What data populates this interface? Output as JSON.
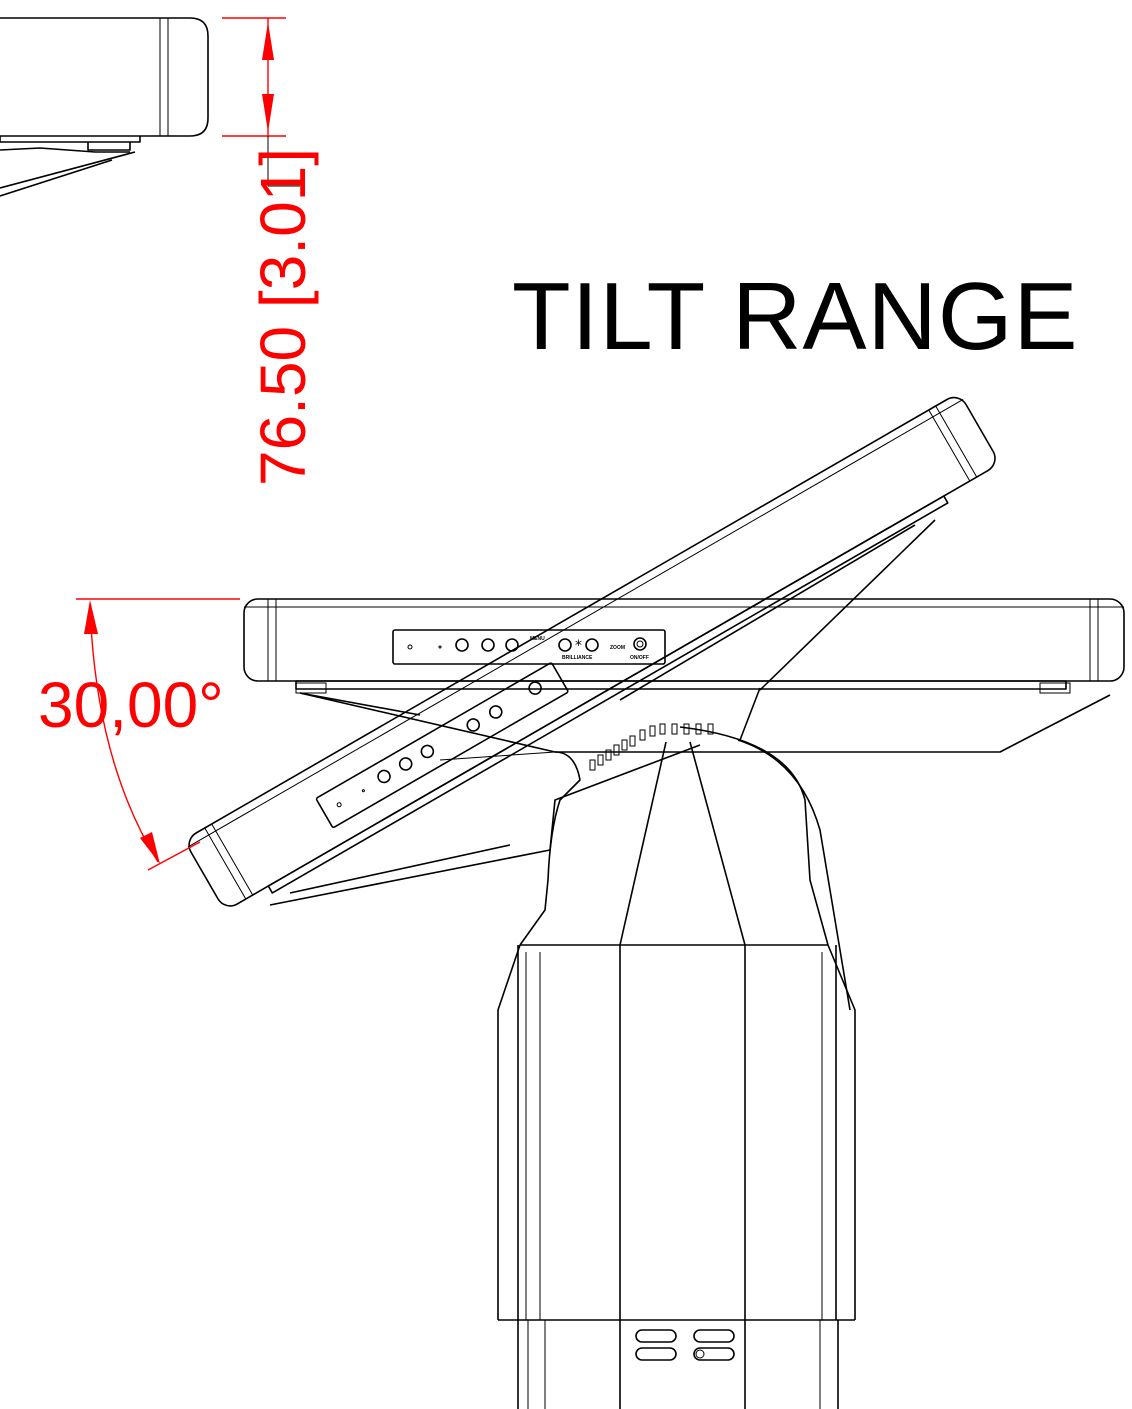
{
  "title": "TILT RANGE",
  "dimensions": {
    "height_label": "76.50 [3.01]",
    "angle_label": "30,00°"
  },
  "control_panel": {
    "menu_label": "MENU",
    "brilliance_label": "BRILLIANCE",
    "zoom_label": "ZOOM",
    "power_label": "ON/OFF"
  },
  "colors": {
    "dimension": "#ff0000",
    "outline": "#000000"
  }
}
